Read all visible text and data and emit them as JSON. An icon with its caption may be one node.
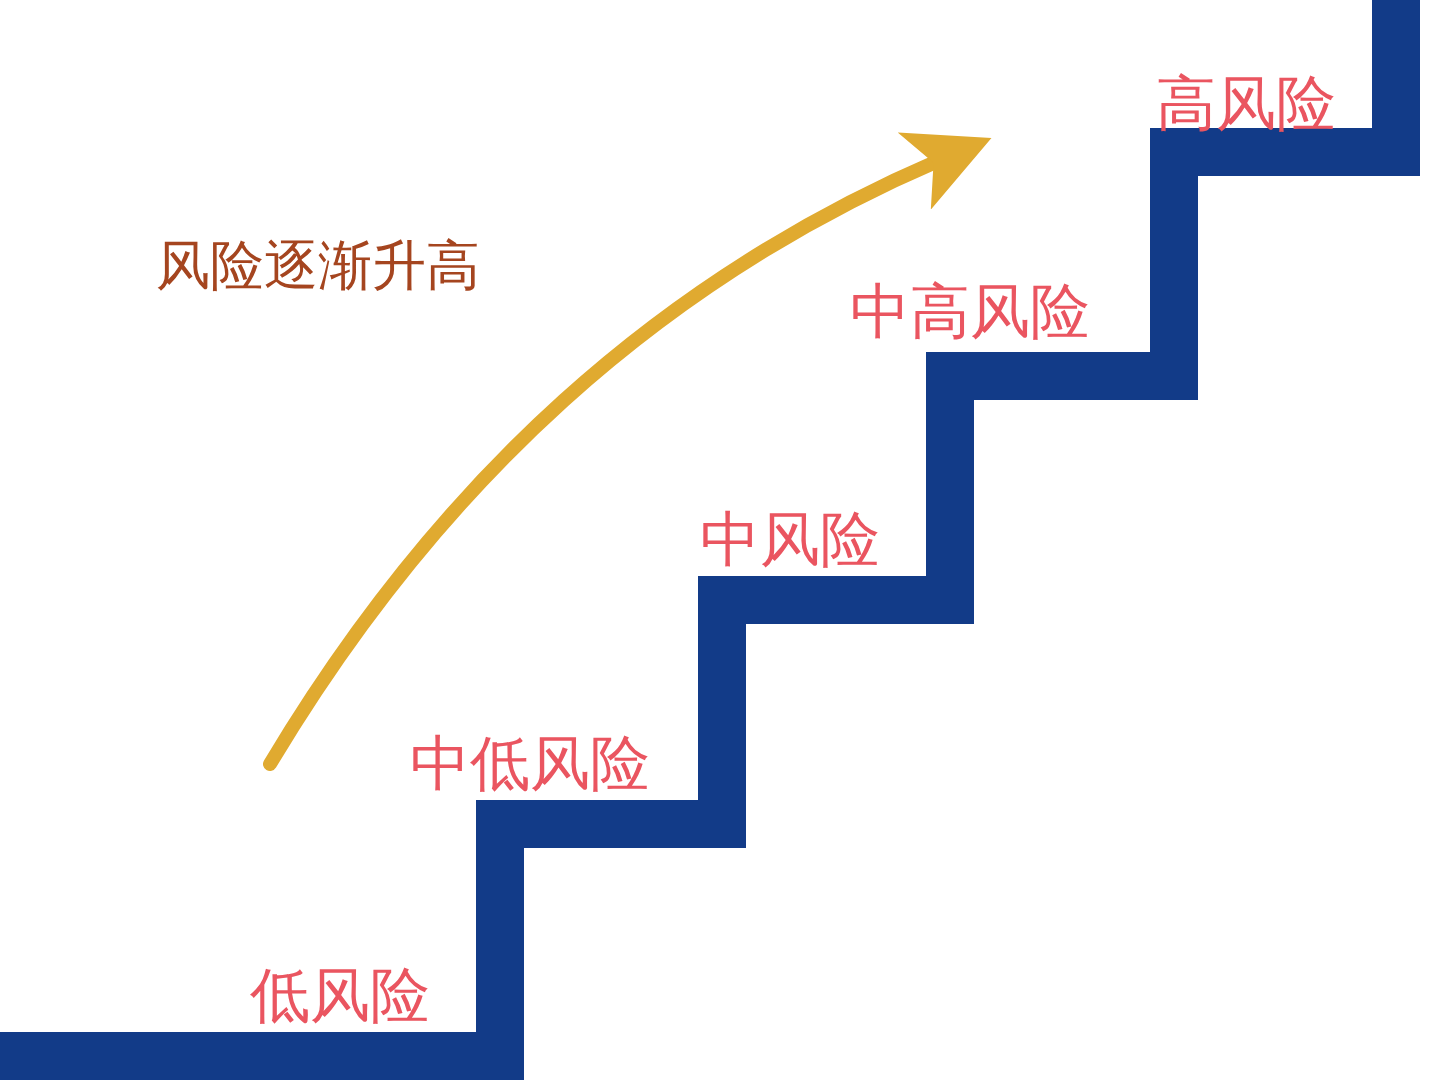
{
  "diagram": {
    "labels": [
      "高风险",
      "风险逐渐升高",
      "中高风险",
      "中风险",
      "中低风险",
      "低风险"
    ]
  }
}
